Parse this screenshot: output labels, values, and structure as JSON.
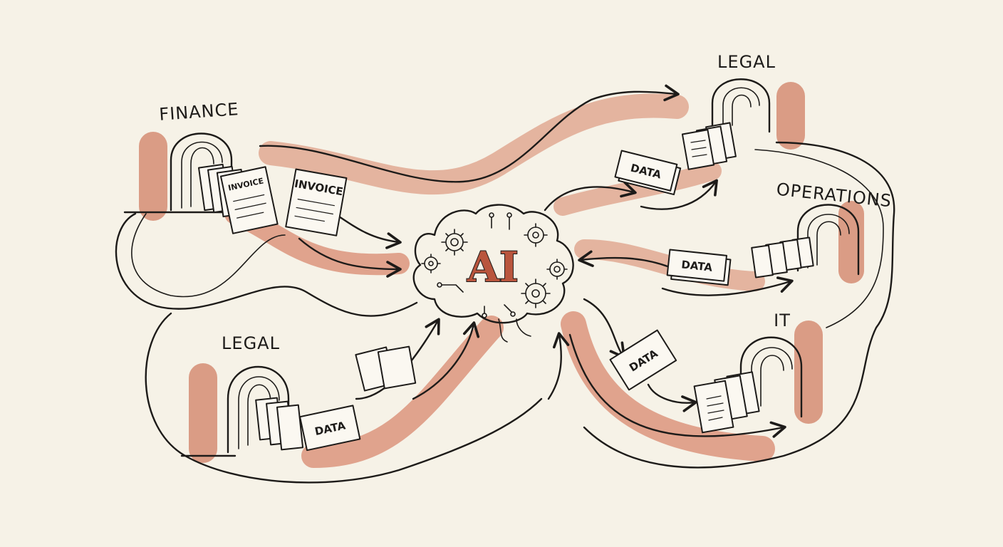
{
  "hub": {
    "label": "AI"
  },
  "departments": {
    "finance": "FINANCE",
    "legal_top": "LEGAL",
    "operations": "OPERATIONS",
    "legal_bottom": "LEGAL",
    "it": "IT"
  },
  "documents": {
    "invoice_small": "INVOICE",
    "invoice_large": "INVOICE",
    "data_legal_top": "DATA",
    "data_operations": "DATA",
    "data_legal_bottom": "DATA",
    "data_it": "DATA"
  },
  "colors": {
    "paper": "#f6f2e7",
    "ink": "#1d1b19",
    "wash": "#d78f78",
    "accent": "#b9553d"
  }
}
